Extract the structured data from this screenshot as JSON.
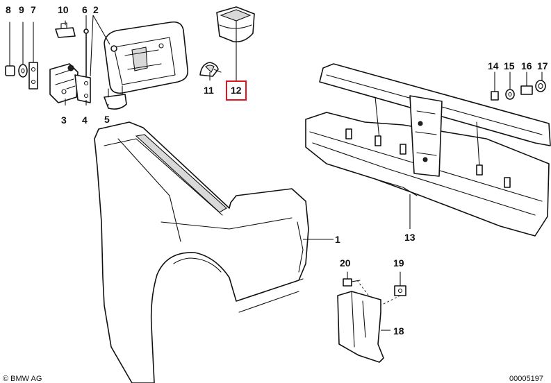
{
  "callouts": {
    "c1": "1",
    "c2": "2",
    "c3": "3",
    "c4": "4",
    "c5": "5",
    "c6": "6",
    "c7": "7",
    "c8": "8",
    "c9": "9",
    "c10": "10",
    "c11": "11",
    "c12": "12",
    "c13": "13",
    "c14": "14",
    "c15": "15",
    "c16": "16",
    "c17": "17",
    "c18": "18",
    "c19": "19",
    "c20": "20"
  },
  "highlighted_callout": "12",
  "highlight_color": "#e0141e",
  "footer": {
    "copyright": "© BMW AG",
    "diagram_id": "00005197"
  }
}
